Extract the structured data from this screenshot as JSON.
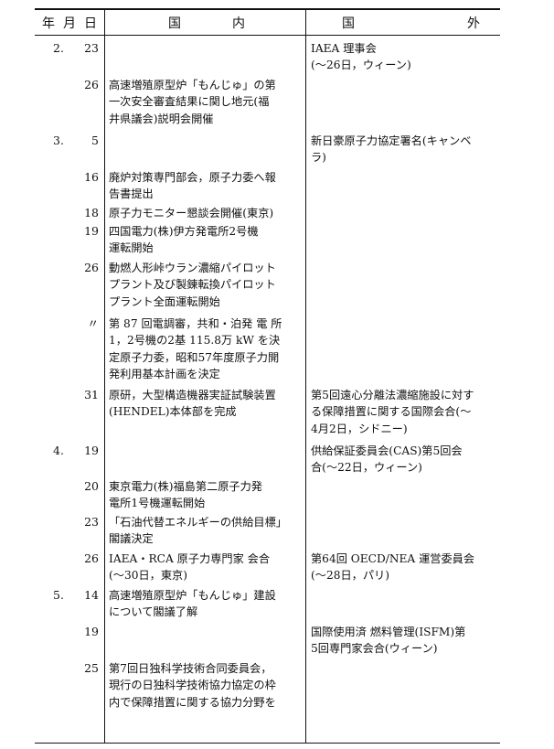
{
  "header": {
    "date_chars": [
      "年",
      "月",
      "日"
    ],
    "domestic_chars": [
      "国",
      "内"
    ],
    "foreign_chars": [
      "国",
      "外"
    ]
  },
  "rows": [
    {
      "month": "2.",
      "day": "23",
      "dom": [],
      "for": [
        "IAEA 理事会",
        "(～26日，ウィーン)"
      ]
    },
    {
      "month": "",
      "day": "26",
      "dom": [
        "高速増殖原型炉「もんじゅ」の第",
        "一次安全審査結果に関し地元(福",
        "井県議会)説明会開催"
      ],
      "for": []
    },
    {
      "month": "3.",
      "day": "5",
      "dom": [],
      "for": [
        "新日豪原子力協定署名(キャンベ",
        "ラ)"
      ]
    },
    {
      "month": "",
      "day": "16",
      "dom": [
        "廃炉対策専門部会，原子力委へ報",
        "告書提出"
      ],
      "for": []
    },
    {
      "month": "",
      "day": "18",
      "dom": [
        "原子力モニター懇談会開催(東京)"
      ],
      "for": []
    },
    {
      "month": "",
      "day": "19",
      "dom": [
        "四国電力(株)伊方発電所2号機",
        "運転開始"
      ],
      "for": []
    },
    {
      "month": "",
      "day": "26",
      "dom": [
        "動燃人形峠ウラン濃縮パイロット",
        "プラント及び製錬転換パイロット",
        "プラント全面運転開始"
      ],
      "for": []
    },
    {
      "month": "",
      "day": "〃",
      "dom": [
        "第 87 回電調審，共和・泊発 電 所",
        "1，2号機の2基 115.8万 kW を決",
        "定原子力委，昭和57年度原子力開",
        "発利用基本計画を決定"
      ],
      "for": []
    },
    {
      "month": "",
      "day": "31",
      "dom": [
        "原研，大型構造機器実証試験装置",
        "(HENDEL)本体部を完成"
      ],
      "for": [
        "第5回遠心分離法濃縮施設に対す",
        "る保障措置に関する国際会合(～",
        "4月2日，シドニー)"
      ]
    },
    {
      "month": "4.",
      "day": "19",
      "dom": [],
      "for": [
        "供給保証委員会(CAS)第5回会",
        "合(～22日，ウィーン)"
      ]
    },
    {
      "month": "",
      "day": "20",
      "dom": [
        "東京電力(株)福島第二原子力発",
        "電所1号機運転開始"
      ],
      "for": []
    },
    {
      "month": "",
      "day": "23",
      "dom": [
        "「石油代替エネルギーの供給目標」",
        "閣議決定"
      ],
      "for": []
    },
    {
      "month": "",
      "day": "26",
      "dom": [
        "IAEA・RCA 原子力専門家 会合",
        "(～30日，東京)"
      ],
      "for": [
        "第64回 OECD/NEA 運営委員会",
        "(～28日，パリ)"
      ]
    },
    {
      "month": "5.",
      "day": "14",
      "dom": [
        "高速増殖原型炉「もんじゅ」建設",
        "について閣議了解"
      ],
      "for": []
    },
    {
      "month": "",
      "day": "19",
      "dom": [],
      "for": [
        "国際使用済 燃料管理(ISFM)第",
        "5回専門家会合(ウィーン)"
      ]
    },
    {
      "month": "",
      "day": "25",
      "dom": [
        "第7回日独科学技術合同委員会，",
        "現行の日独科学技術協力協定の枠",
        "内で保障措置に関する協力分野を"
      ],
      "for": []
    }
  ]
}
